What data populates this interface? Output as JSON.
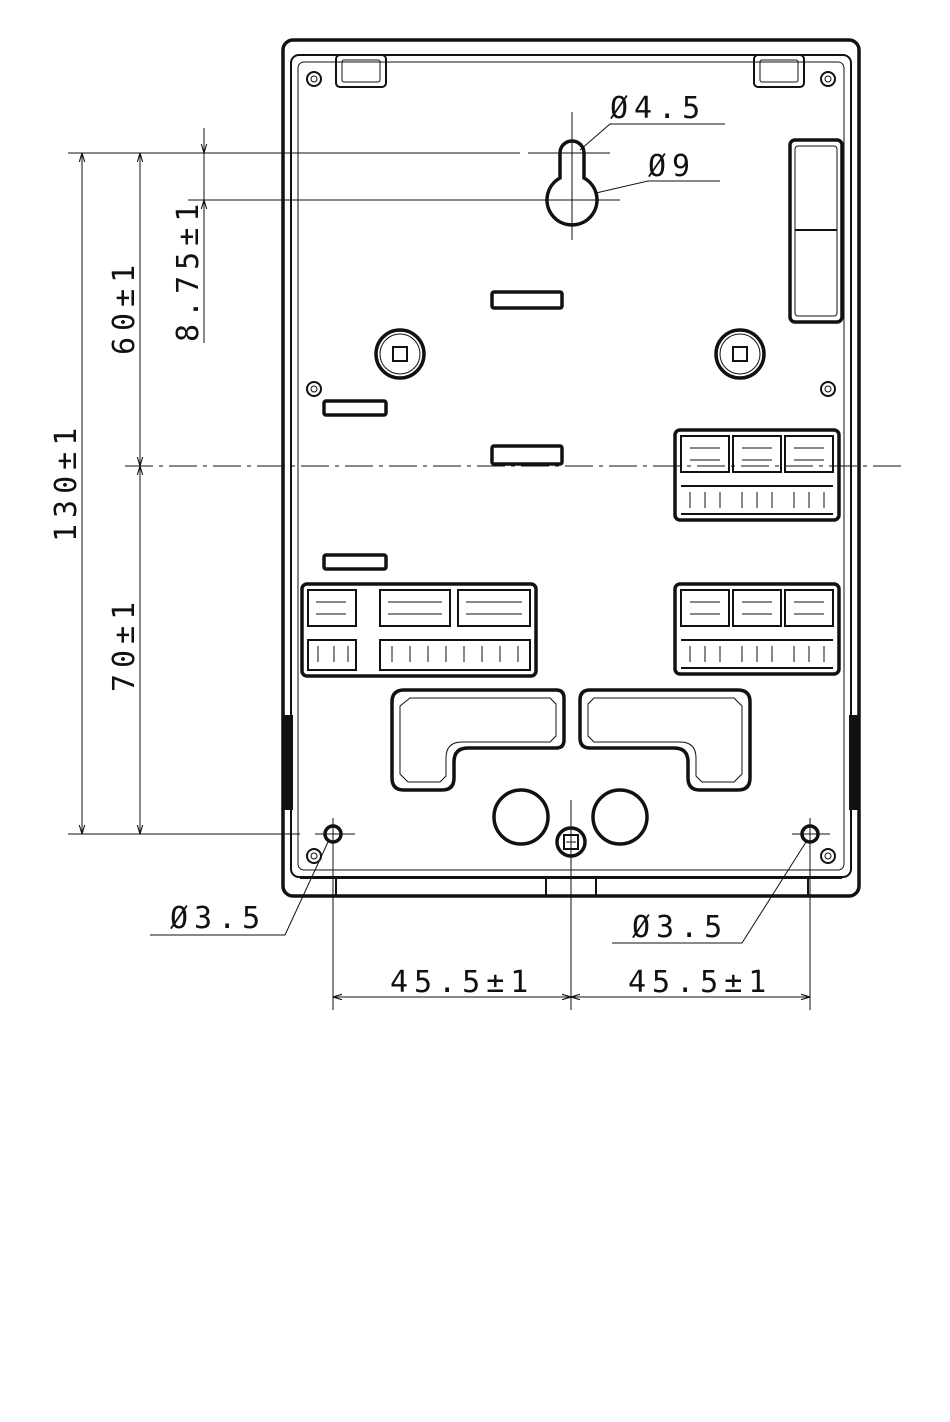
{
  "dimensions": {
    "keyhole_small_diameter": "Ø4.5",
    "keyhole_large_diameter": "Ø9",
    "dim_8_75": "8.75±1",
    "dim_60": "60±1",
    "dim_70": "70±1",
    "dim_130": "130±1",
    "hole_left_diameter": "Ø3.5",
    "hole_right_diameter": "Ø3.5",
    "dim_left_45_5": "45.5±1",
    "dim_right_45_5": "45.5±1"
  },
  "colors": {
    "line": "#111111",
    "background": "#ffffff"
  }
}
